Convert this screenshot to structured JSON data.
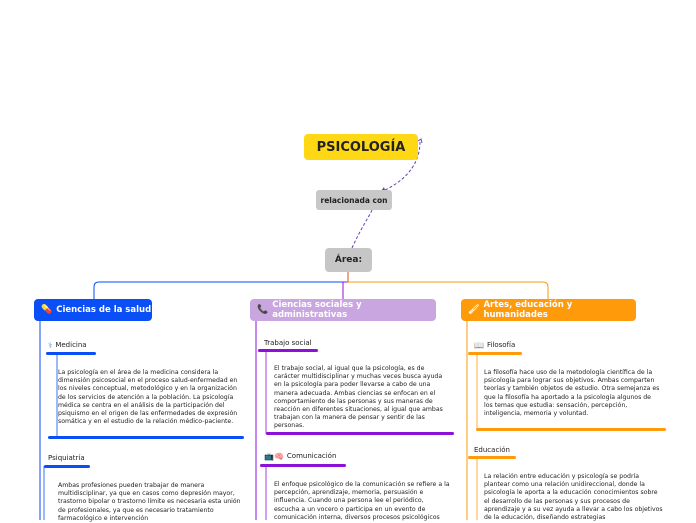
{
  "root": {
    "label": "PSICOLOGÍA"
  },
  "relation": {
    "label": "relacionada con"
  },
  "area": {
    "label": "Área:"
  },
  "colors": {
    "yellow": "#ffd815",
    "blue": "#0a4ef5",
    "purple": "#8c10d8",
    "lavender": "#c9a6e0",
    "orange": "#ff9a0a",
    "grey": "#c6c6c6"
  },
  "categories": [
    {
      "label": "Ciencias de la salud",
      "icon": "pill-icon",
      "subtopics": [
        {
          "label": "Medicina",
          "icon": "stethoscope-icon",
          "text": "La psicología en el área de la medicina considera la dimensión psicosocial en el proceso salud-enfermedad en los niveles conceptual, metodológico y en la organización de los servicios de atención a la población. La psicología médica se centra en el análisis de la participación del psiquismo en el origen de las enfermedades de expresión somática y en el estudio de la relación médico-paciente."
        },
        {
          "label": "Psiquiatría",
          "icon": "",
          "text": "Ambas profesiones pueden trabajar de manera multidisciplinar, ya que en casos como depresión mayor, trastorno bipolar o trastorno límite es necesaria esta unión de profesionales, ya que es necesario tratamiento farmacológico e intervención"
        }
      ]
    },
    {
      "label": "Ciencias sociales y administrativas",
      "icon": "phone-icon",
      "subtopics": [
        {
          "label": "Trabajo social",
          "icon": "",
          "text": "El trabajo social, al igual que la psicología, es de carácter multidisciplinar y muchas veces busca ayuda en la psicología para poder llevarse a cabo de una manera adecuada. Ambas ciencias se enfocan en el comportamiento de las personas y sus maneras de reacción en diferentes situaciones, al igual que ambas trabajan con la manera de pensar y sentir de las personas."
        },
        {
          "label": "Comunicación",
          "icon": "tv-brain-icon",
          "text": "El enfoque psicológico de la comunicación se refiere a la percepción, aprendizaje, memoria, persuasión e influencia. Cuando una persona lee el periódico, escucha a un vocero o participa en un evento de comunicación interna, diversos procesos psicológicos"
        }
      ]
    },
    {
      "label": "Artes, educación y humanidades",
      "icon": "paintbrush-icon",
      "subtopics": [
        {
          "label": "Filosofía",
          "icon": "book-icon",
          "text": "La filosofía hace uso de la metodología científica de la psicología para lograr sus objetivos. Ambas comparten teorías y también objetos de estudio. Otra semejanza es que la filosofía ha aportado a la psicología algunos de los temas que estudia: sensación, percepción, inteligencia, memoria y voluntad."
        },
        {
          "label": "Educación",
          "icon": "",
          "text": "La relación entre educación y psicología se podría plantear como una relación unidireccional, donde la psicología le aporta a la educación conocimientos sobre el desarrollo de las personas y sus procesos de aprendizaje y a su vez ayuda a llevar a cabo los objetivos de la educación, diseñando estrategias"
        }
      ]
    }
  ]
}
